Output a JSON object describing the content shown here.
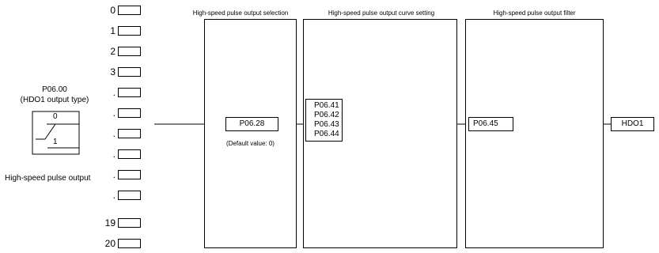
{
  "channels": [
    "0",
    "1",
    "2",
    "3",
    ".",
    ".",
    ".",
    ".",
    ".",
    ".",
    "19",
    "20"
  ],
  "switch_block": {
    "param": "P06.00",
    "desc": "(HDO1 output type)",
    "pos_top": "0",
    "pos_bottom": "1",
    "caption": "High-speed pulse output"
  },
  "stage_selection": {
    "title": "High-speed pulse output selection",
    "param": "P06.28",
    "note": "(Default value: 0)"
  },
  "stage_curve": {
    "title": "High-speed pulse output curve setting",
    "params": [
      "P06.41",
      "P06.42",
      "P06.43",
      "P06.44"
    ]
  },
  "stage_filter": {
    "title": "High-speed pulse output filter",
    "param": "P06.45"
  },
  "output": {
    "label": "HDO1"
  }
}
